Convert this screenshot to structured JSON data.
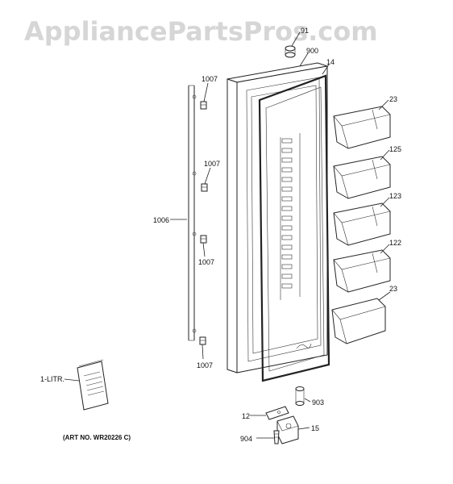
{
  "watermark": "AppliancePartsPros.com",
  "art_number": "(ART NO. WR20226 C)",
  "callouts": {
    "c91": "91",
    "c900": "900",
    "c14": "14",
    "c1007a": "1007",
    "c1007b": "1007",
    "c1007c": "1007",
    "c1007d": "1007",
    "c1006": "1006",
    "c23a": "23",
    "c125": "125",
    "c123": "123",
    "c122": "122",
    "c23b": "23",
    "c1litr": "1-LITR.",
    "c903": "903",
    "c12": "12",
    "c15": "15",
    "c904": "904"
  }
}
